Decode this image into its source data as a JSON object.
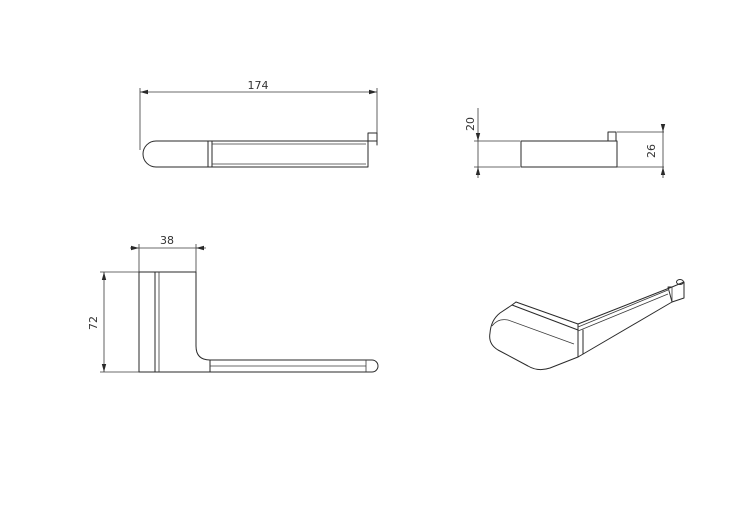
{
  "dimensions": {
    "length": "174",
    "thickness": "20",
    "height": "26",
    "depth": "38",
    "plate_height": "72"
  },
  "colors": {
    "line": "#2a2a2a",
    "background": "#ffffff"
  }
}
